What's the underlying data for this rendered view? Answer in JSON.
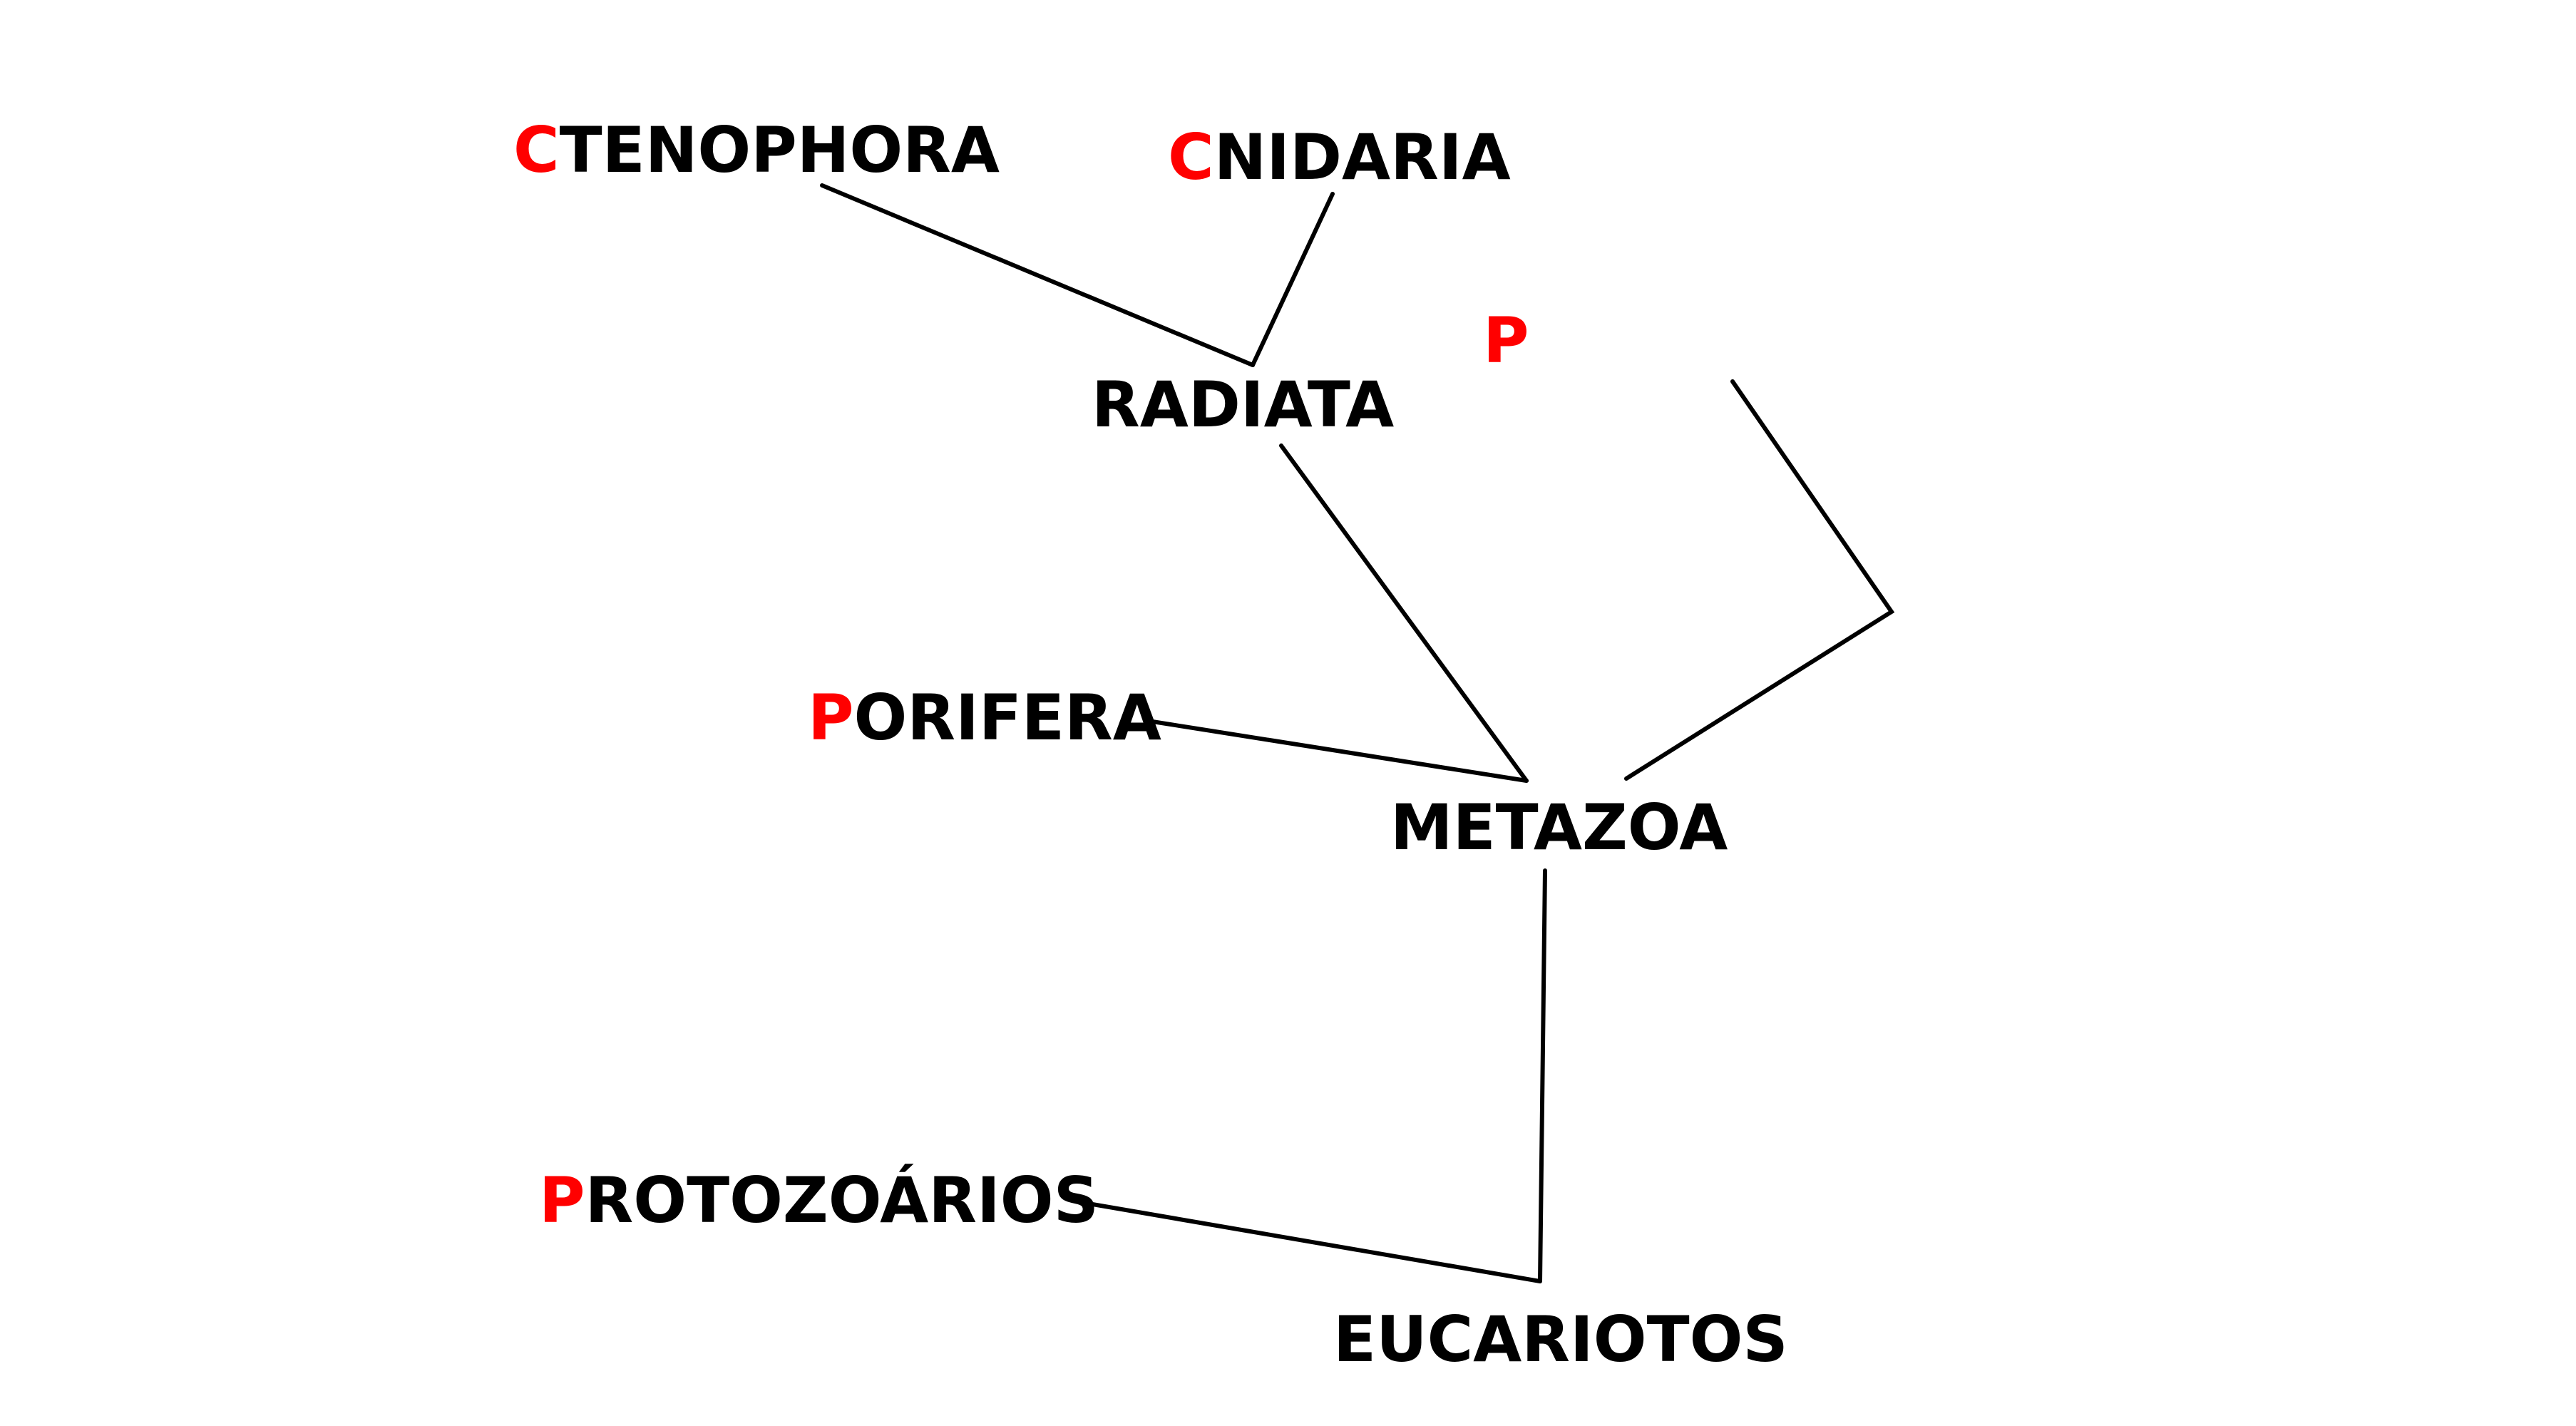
{
  "colors": {
    "text": "#000000",
    "accent": "#ff0000",
    "lines": "#000000",
    "background": "#ffffff"
  },
  "nodes": {
    "ctenophora": {
      "initial": "C",
      "rest": "TENOPHORA"
    },
    "cnidaria": {
      "initial": "C",
      "rest": "NIDARIA"
    },
    "p_placeholder": {
      "initial": "P"
    },
    "radiata": {
      "rest": "RADIATA"
    },
    "porifera": {
      "initial": "P",
      "rest": "ORIFERA"
    },
    "metazoa": {
      "rest": "METAZOA"
    },
    "protozoarios": {
      "initial": "P",
      "rest": "ROTOZOÁRIOS"
    },
    "eucariotos": {
      "rest": "EUCARIOTOS"
    }
  }
}
